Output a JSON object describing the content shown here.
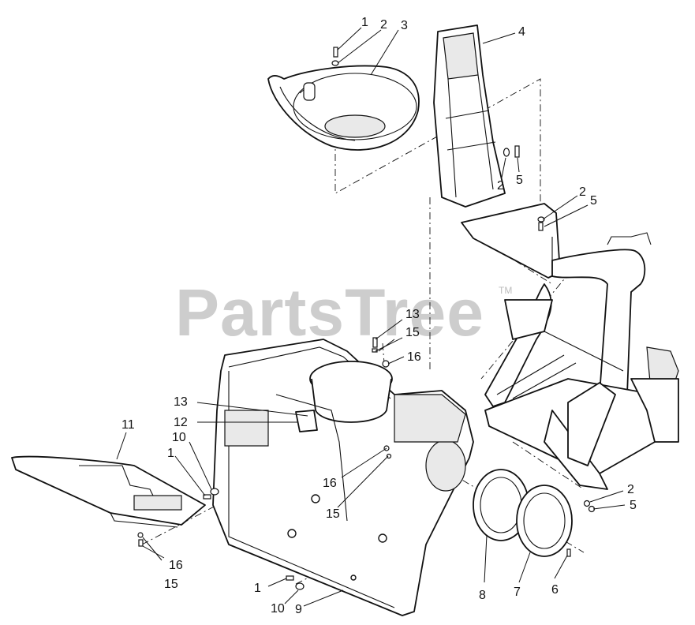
{
  "watermark": {
    "text": "PartsTree",
    "trademark": "TM"
  },
  "callouts": {
    "c1a": "1",
    "c2a": "2",
    "c3": "3",
    "c4": "4",
    "c2b": "2",
    "c5b": "5",
    "c2c": "2",
    "c5c": "5",
    "c13a": "13",
    "c15a": "15",
    "c16a": "16",
    "c13b": "13",
    "c12": "12",
    "c11": "11",
    "c10a": "10",
    "c1b": "1",
    "c16b": "16",
    "c15b": "15",
    "c16c": "16",
    "c15c": "15",
    "c2d": "2",
    "c5d": "5",
    "c8": "8",
    "c7": "7",
    "c6": "6",
    "c1c": "1",
    "c10b": "10",
    "c9": "9"
  }
}
